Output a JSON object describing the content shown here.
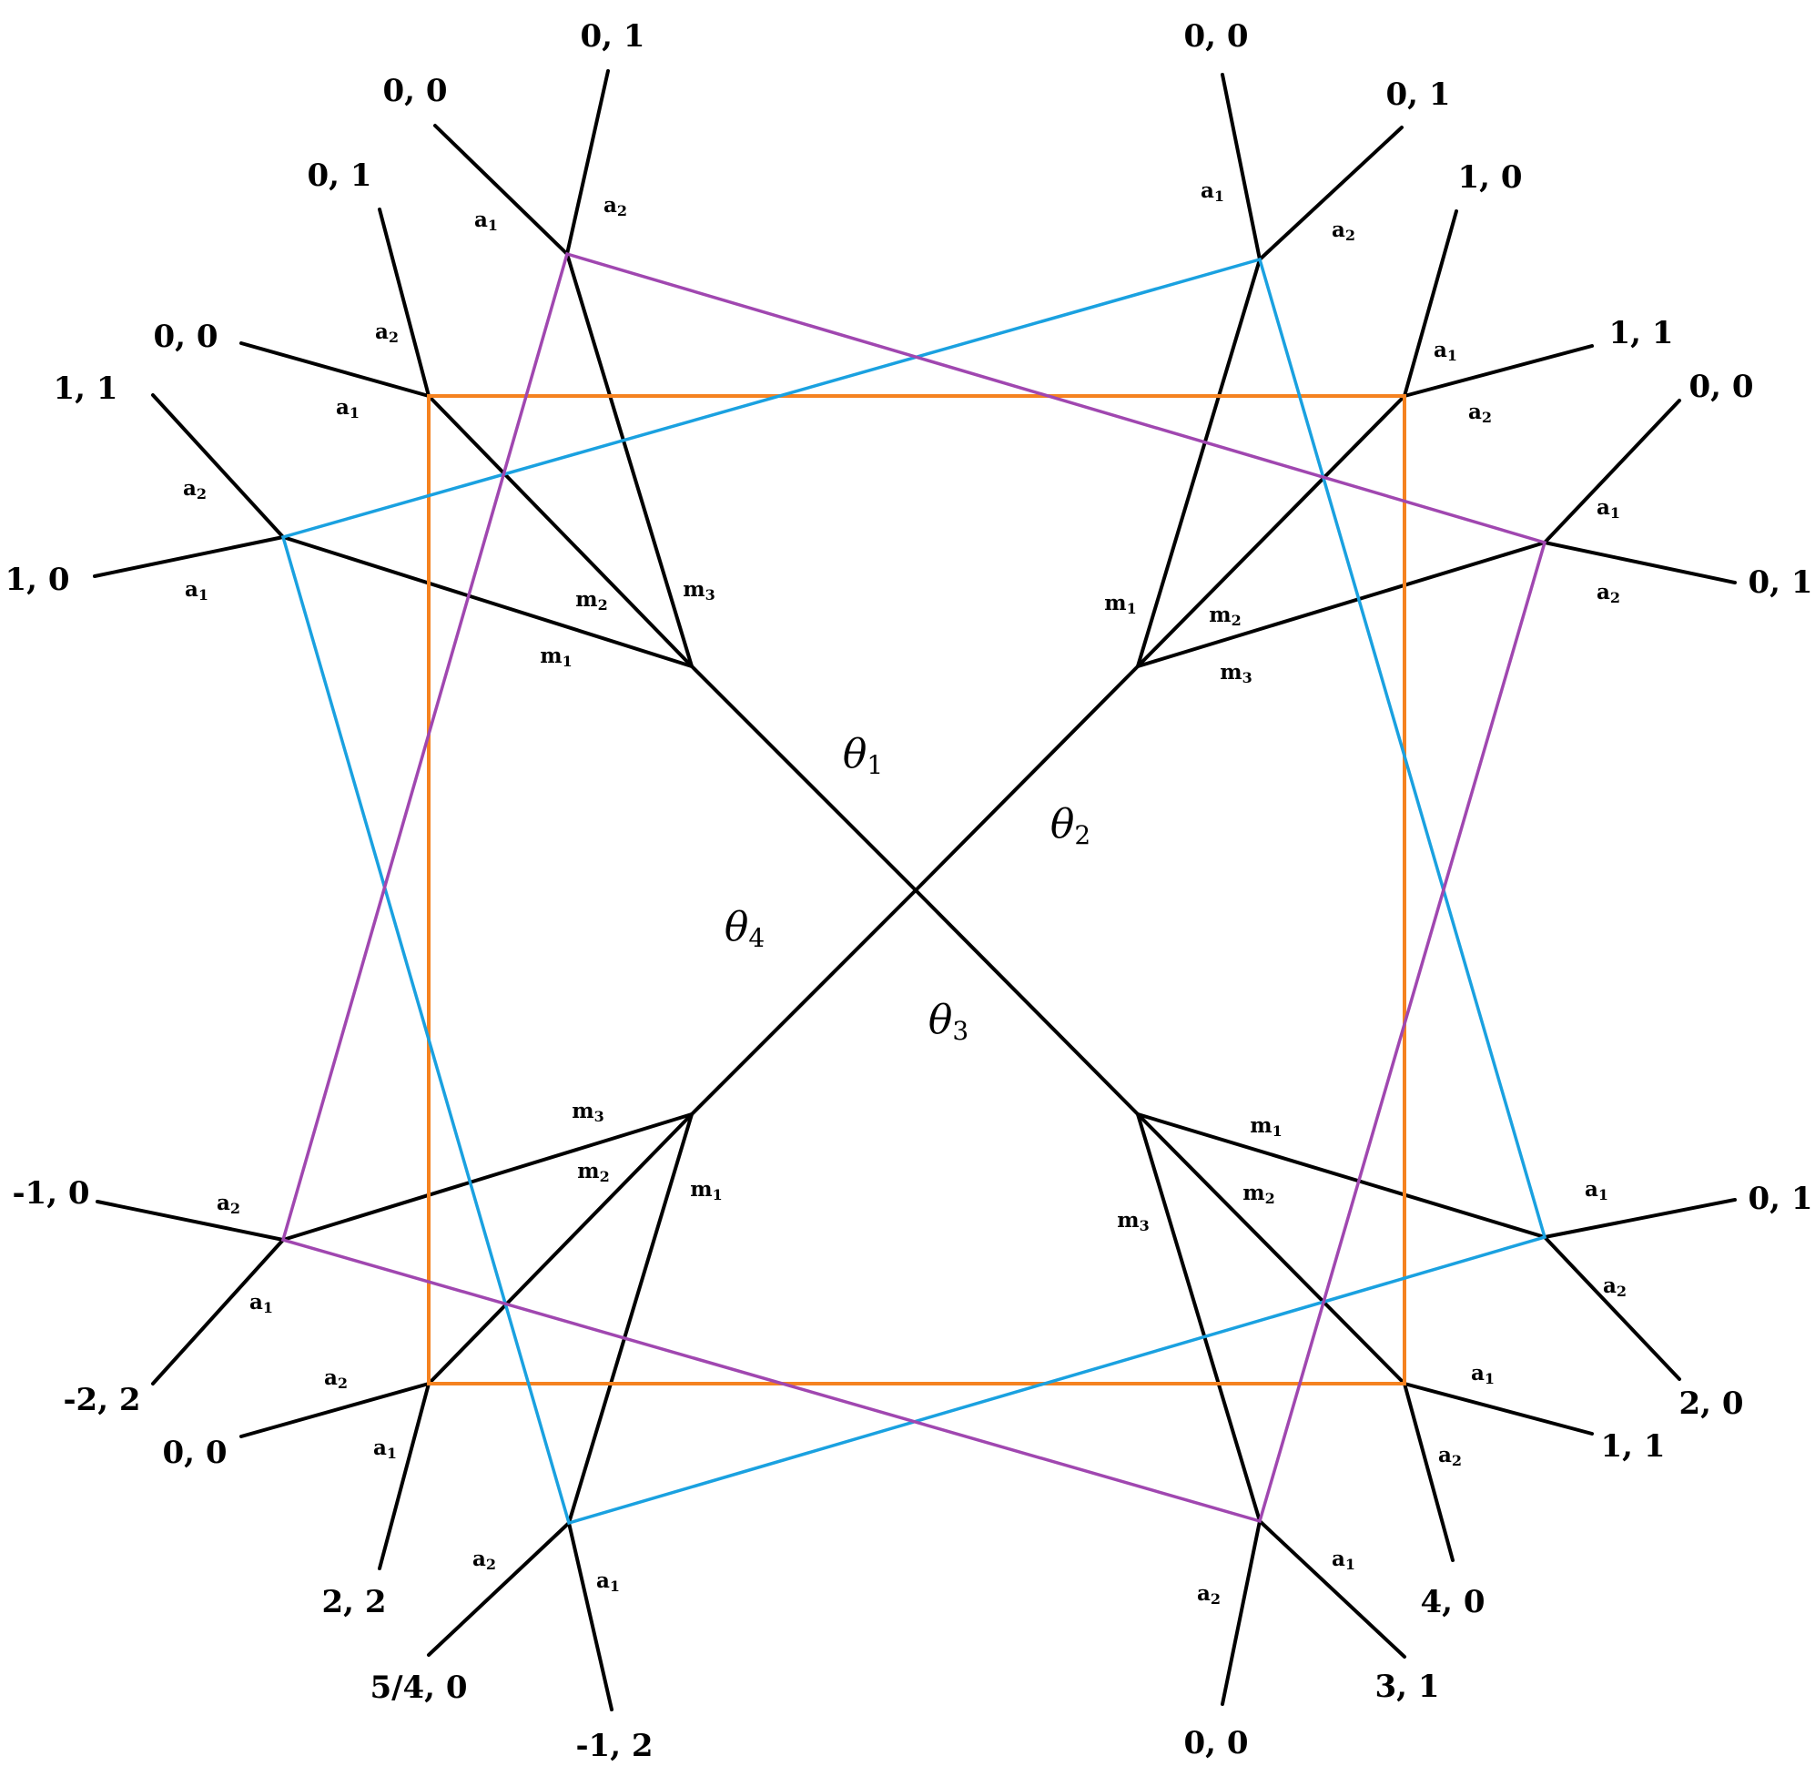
{
  "colors": {
    "edges": "#000000",
    "orange_information_set": "#f58220",
    "blue_information_set": "#1aa1e0",
    "purple_information_set": "#a047b0"
  },
  "theta_labels": [
    {
      "main": "θ",
      "sub": "1"
    },
    {
      "main": "θ",
      "sub": "2"
    },
    {
      "main": "θ",
      "sub": "3"
    },
    {
      "main": "θ",
      "sub": "4"
    }
  ],
  "message_labels": [
    {
      "main": "m",
      "sub": "3"
    },
    {
      "main": "m",
      "sub": "2"
    },
    {
      "main": "m",
      "sub": "1"
    },
    {
      "main": "m",
      "sub": "1"
    },
    {
      "main": "m",
      "sub": "2"
    },
    {
      "main": "m",
      "sub": "3"
    },
    {
      "main": "m",
      "sub": "1"
    },
    {
      "main": "m",
      "sub": "2"
    },
    {
      "main": "m",
      "sub": "3"
    },
    {
      "main": "m",
      "sub": "3"
    },
    {
      "main": "m",
      "sub": "2"
    },
    {
      "main": "m",
      "sub": "1"
    }
  ],
  "action_labels": [
    {
      "main": "a",
      "sub": "2"
    },
    {
      "main": "a",
      "sub": "1"
    },
    {
      "main": "a",
      "sub": "2"
    },
    {
      "main": "a",
      "sub": "1"
    },
    {
      "main": "a",
      "sub": "2"
    },
    {
      "main": "a",
      "sub": "1"
    },
    {
      "main": "a",
      "sub": "1"
    },
    {
      "main": "a",
      "sub": "2"
    },
    {
      "main": "a",
      "sub": "1"
    },
    {
      "main": "a",
      "sub": "2"
    },
    {
      "main": "a",
      "sub": "1"
    },
    {
      "main": "a",
      "sub": "2"
    },
    {
      "main": "a",
      "sub": "1"
    },
    {
      "main": "a",
      "sub": "2"
    },
    {
      "main": "a",
      "sub": "1"
    },
    {
      "main": "a",
      "sub": "2"
    },
    {
      "main": "a",
      "sub": "2"
    },
    {
      "main": "a",
      "sub": "1"
    },
    {
      "main": "a",
      "sub": "2"
    },
    {
      "main": "a",
      "sub": "1"
    },
    {
      "main": "a",
      "sub": "2"
    },
    {
      "main": "a",
      "sub": "1"
    },
    {
      "main": "a",
      "sub": "2"
    },
    {
      "main": "a",
      "sub": "1"
    }
  ],
  "payoffs": [
    "0, 1",
    "0, 0",
    "0, 1",
    "0, 0",
    "1, 1",
    "1, 0",
    "0, 0",
    "0, 1",
    "1, 0",
    "1, 1",
    "0, 0",
    "0, 1",
    "0, 1",
    "2, 0",
    "1, 1",
    "4, 0",
    "3, 1",
    "0, 0",
    "-1, 0",
    "-2, 2",
    "0, 0",
    "2, 2",
    "5/4, 0",
    "-1, 2"
  ]
}
